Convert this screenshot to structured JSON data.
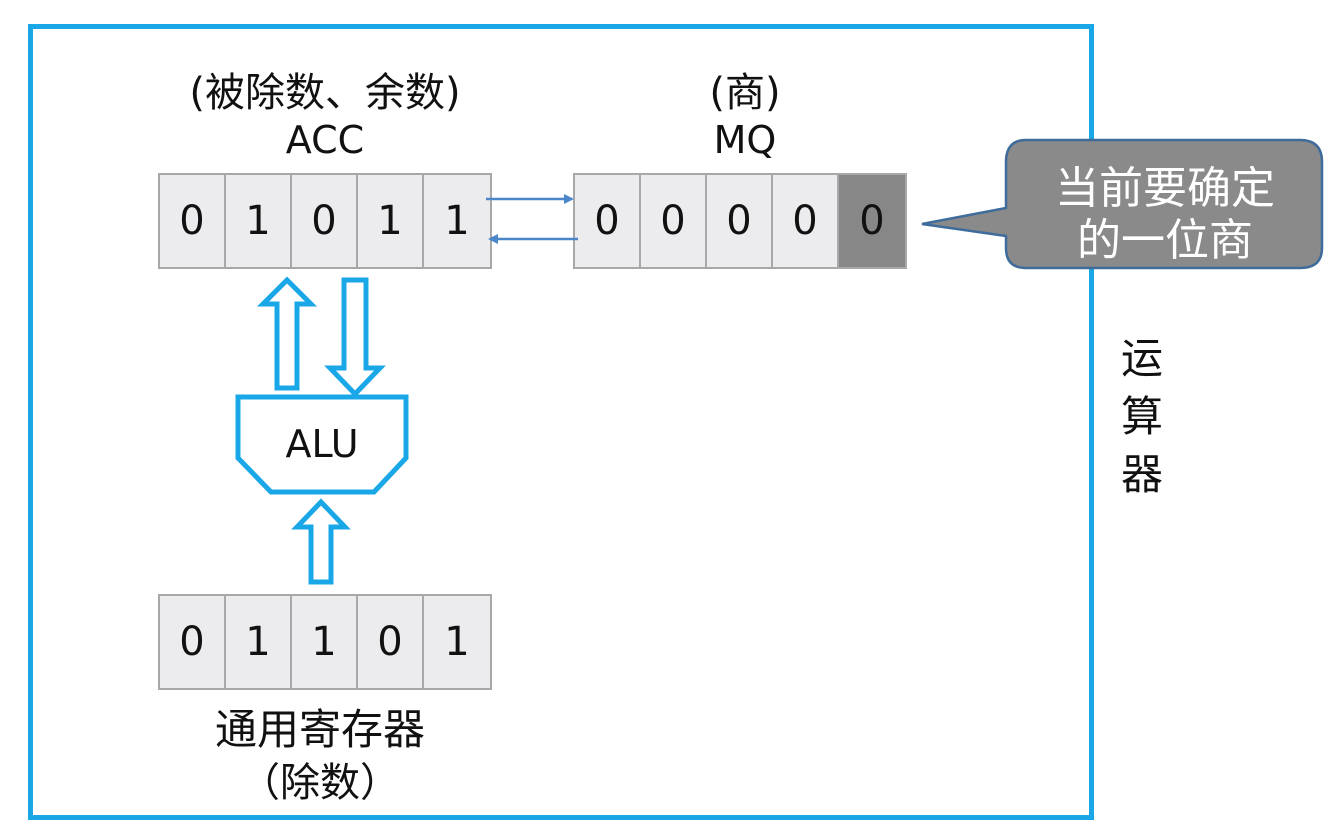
{
  "acc": {
    "caption": "(被除数、余数)",
    "name": "ACC",
    "bits": [
      "0",
      "1",
      "0",
      "1",
      "1"
    ]
  },
  "mq": {
    "caption": "(商)",
    "name": "MQ",
    "bits": [
      "0",
      "0",
      "0",
      "0",
      "0"
    ]
  },
  "alu": {
    "name": "ALU"
  },
  "general_register": {
    "bits": [
      "0",
      "1",
      "1",
      "0",
      "1"
    ],
    "name": "通用寄存器",
    "caption": "（除数）"
  },
  "callout": {
    "line1": "当前要确定",
    "line2": "的一位商"
  },
  "unit_title": [
    "运",
    "算",
    "器"
  ],
  "colors": {
    "frame": "#1aa7e8",
    "arrow": "#1aa7e8",
    "bus_arrow": "#4a86c8",
    "highlight_cell": "#878787",
    "callout_fill": "#8a8a8a",
    "callout_border": "#3f6c9a"
  }
}
